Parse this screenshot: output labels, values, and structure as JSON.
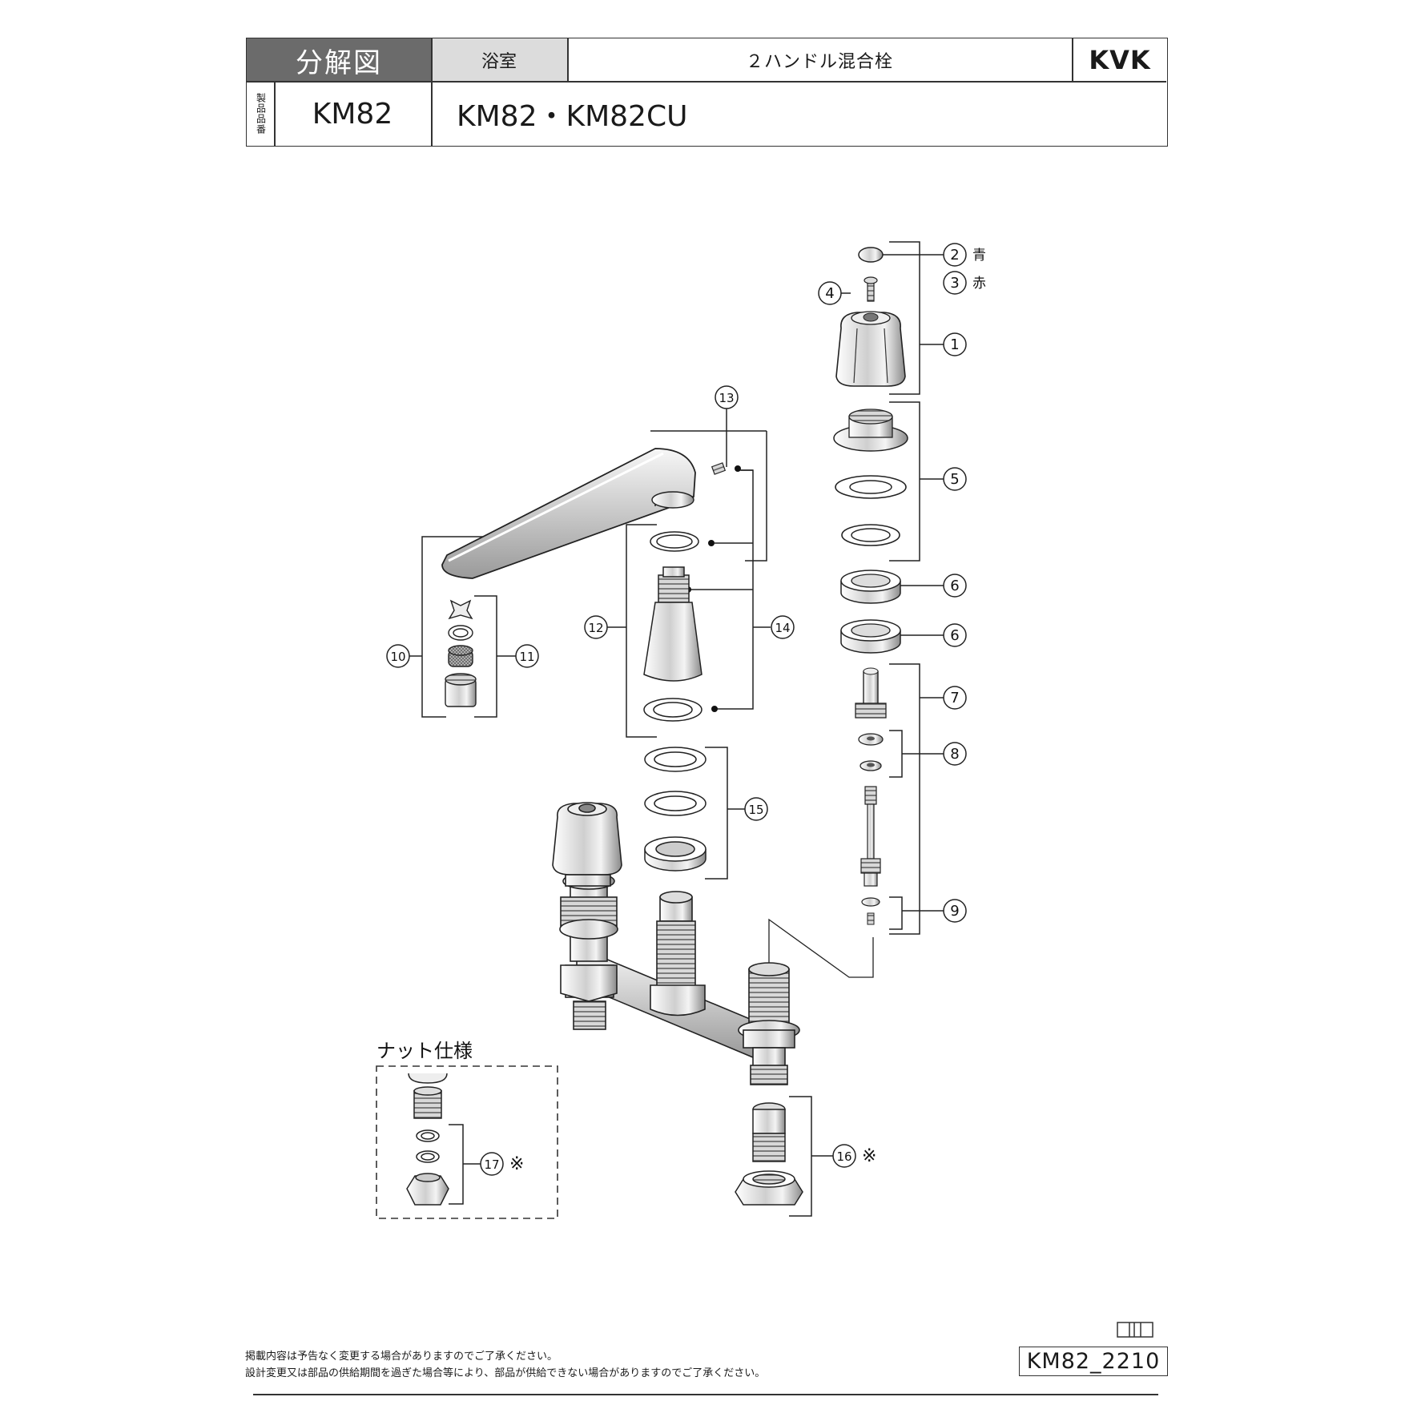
{
  "header": {
    "section_label": "分解図",
    "location": "浴室",
    "product_type": "２ハンドル混合栓",
    "brand": "KVK",
    "part_no_label": "製品品番",
    "model": "KM82",
    "models": "KM82・KM82CU"
  },
  "callouts": {
    "c1": "1",
    "c2": "2",
    "c2_note": "青",
    "c3": "3",
    "c3_note": "赤",
    "c4": "4",
    "c5": "5",
    "c6a": "6",
    "c6b": "6",
    "c7": "7",
    "c8": "8",
    "c9": "9",
    "c10": "10",
    "c11": "11",
    "c12": "12",
    "c13": "13",
    "c14": "14",
    "c15": "15",
    "c16": "16",
    "c16_note": "※",
    "c17": "17",
    "c17_note": "※"
  },
  "nut_spec_label": "ナット仕様",
  "footer": {
    "note1": "掲載内容は予告なく変更する場合がありますのでご了承ください。",
    "note2": "設計変更又は部品の供給期間を過ぎた場合等により、部品が供給できない場合がありますのでご了承ください。",
    "doc_code": "KM82_2210"
  }
}
